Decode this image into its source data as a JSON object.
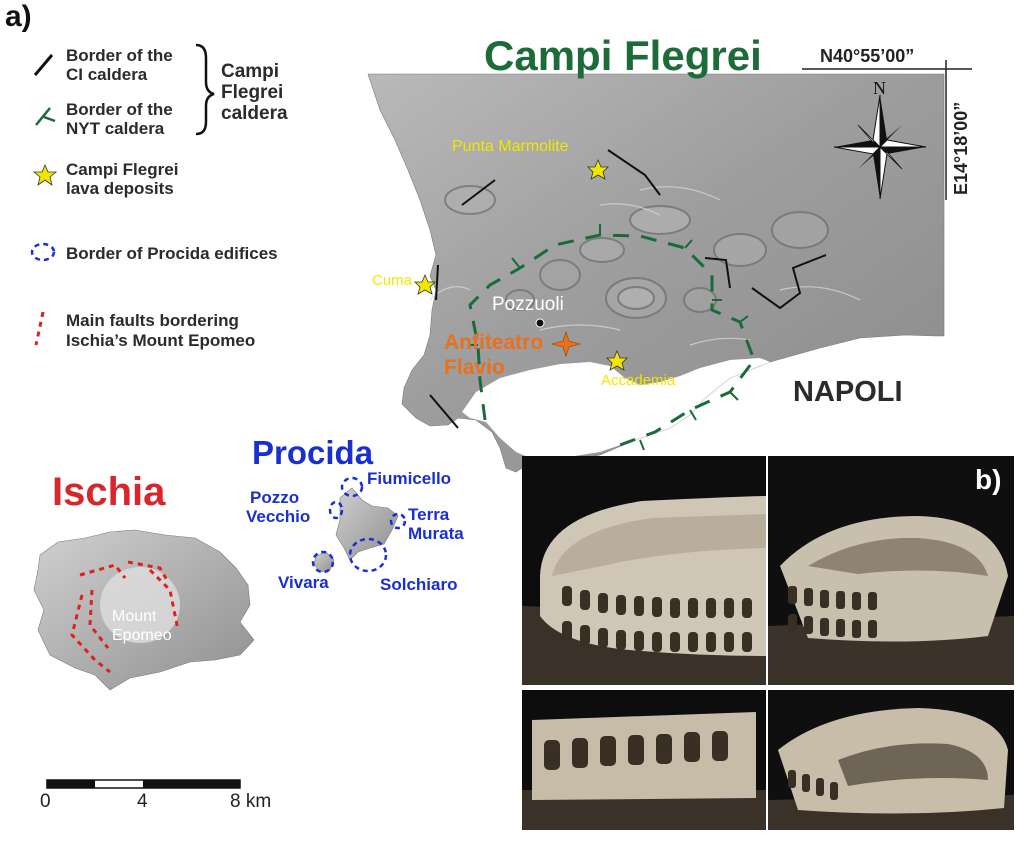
{
  "panel_labels": {
    "a": "a)",
    "b": "b)"
  },
  "title": "Campi Flegrei",
  "coordinates": {
    "latitude": "N40°55’00”",
    "longitude": "E14°18’00”"
  },
  "compass": {
    "north": "N"
  },
  "legend": {
    "ci_border_line1": "Border of the",
    "ci_border_line2": "CI caldera",
    "nyt_border_line1": "Border of the",
    "nyt_border_line2": "NYT caldera",
    "group_line1": "Campi",
    "group_line2": "Flegrei",
    "group_line3": "caldera",
    "lava_line1": "Campi Flegrei",
    "lava_line2": "lava deposits",
    "procida_edifices": "Border of Procida edifices",
    "faults_line1": "Main faults bordering",
    "faults_line2": "Ischia’s Mount Epomeo"
  },
  "places": {
    "punta_marmolite": "Punta Marmolite",
    "cuma": "Cuma",
    "pozzuoli": "Pozzuoli",
    "anfiteatro_line1": "Anfiteatro",
    "anfiteatro_line2": "Flavio",
    "accademia": "Accademia",
    "napoli": "NAPOLI",
    "procida": "Procida",
    "ischia": "Ischia",
    "mount_line1": "Mount",
    "mount_line2": "Epomeo",
    "fiumicello": "Fiumicello",
    "pozzo_line1": "Pozzo",
    "pozzo_line2": "Vecchio",
    "terra_line1": "Terra",
    "terra_line2": "Murata",
    "vivara": "Vivara",
    "solchiaro": "Solchiaro"
  },
  "scale_bar": {
    "tick_0": "0",
    "tick_4": "4",
    "tick_8": "8 km",
    "min_km": 0,
    "max_km": 8
  },
  "colors": {
    "title_green": "#1e6b3a",
    "nyt_green": "#1a6b3a",
    "lava_yellow": "#f2e600",
    "procida_blue": "#1a2fd0",
    "ischia_red": "#d8262b",
    "anfiteatro_orange": "#e8701e",
    "fault_red": "#e0201f"
  }
}
